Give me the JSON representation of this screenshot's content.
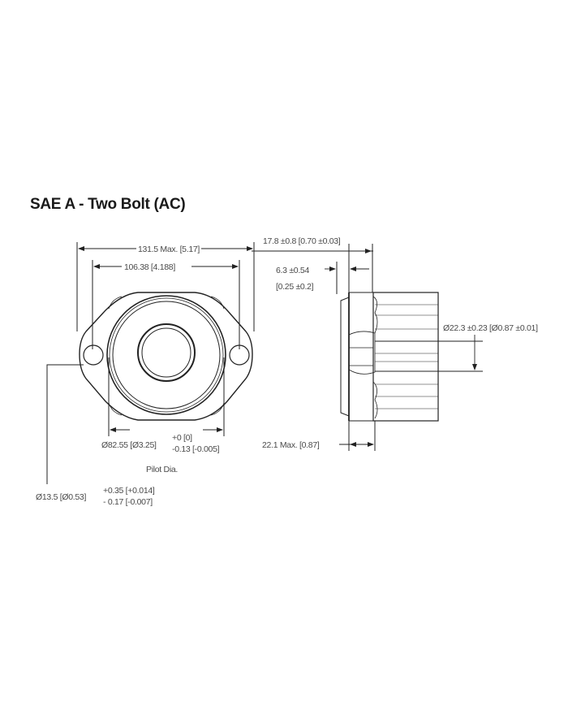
{
  "title": "SAE A - Two Bolt (AC)",
  "front_view": {
    "overall_width": "131.5 Max. [5.17]",
    "bolt_spacing": "106.38 [4.188]",
    "pilot_dia": "Ø82.55 [Ø3.25]",
    "pilot_tol_plus": "+0 [0]",
    "pilot_tol_minus": "-0.13 [-0.005]",
    "pilot_label": "Pilot Dia.",
    "bolt_hole_dia": "Ø13.5 [Ø0.53]",
    "bolt_tol_plus": "+0.35  [+0.014]",
    "bolt_tol_minus": "- 0.17  [-0.007]"
  },
  "side_view": {
    "flange_to_face": "17.8 ±0.8 [0.70 ±0.03]",
    "pilot_depth": "6.3 ±0.54",
    "pilot_depth_in": "[0.25 ±0.2]",
    "shaft_dia": "Ø22.3 ±0.23 [Ø0.87 ±0.01]",
    "overall_depth": "22.1 Max. [0.87]"
  },
  "colors": {
    "line": "#222222",
    "text": "#4a4a4a"
  }
}
